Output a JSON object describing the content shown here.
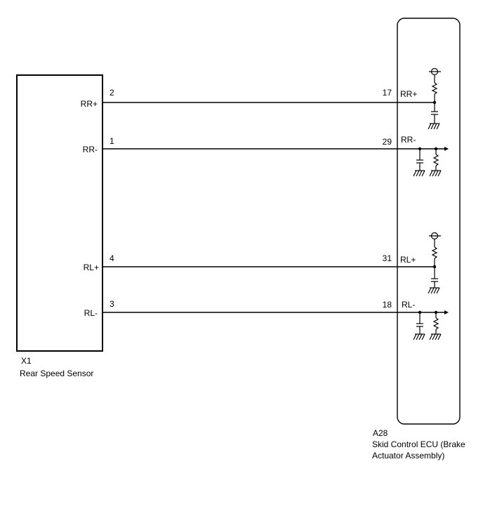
{
  "sensor": {
    "code": "X1",
    "name": "Rear Speed Sensor",
    "pins": [
      {
        "label": "RR+",
        "number": "2"
      },
      {
        "label": "RR-",
        "number": "1"
      },
      {
        "label": "RL+",
        "number": "4"
      },
      {
        "label": "RL-",
        "number": "3"
      }
    ]
  },
  "ecu": {
    "code": "A28",
    "name_line1": "Skid Control ECU (Brake",
    "name_line2": "Actuator Assembly)",
    "pins": [
      {
        "label": "RR+",
        "number": "17"
      },
      {
        "label": "RR-",
        "number": "29"
      },
      {
        "label": "RL+",
        "number": "31"
      },
      {
        "label": "RL-",
        "number": "18"
      }
    ]
  }
}
